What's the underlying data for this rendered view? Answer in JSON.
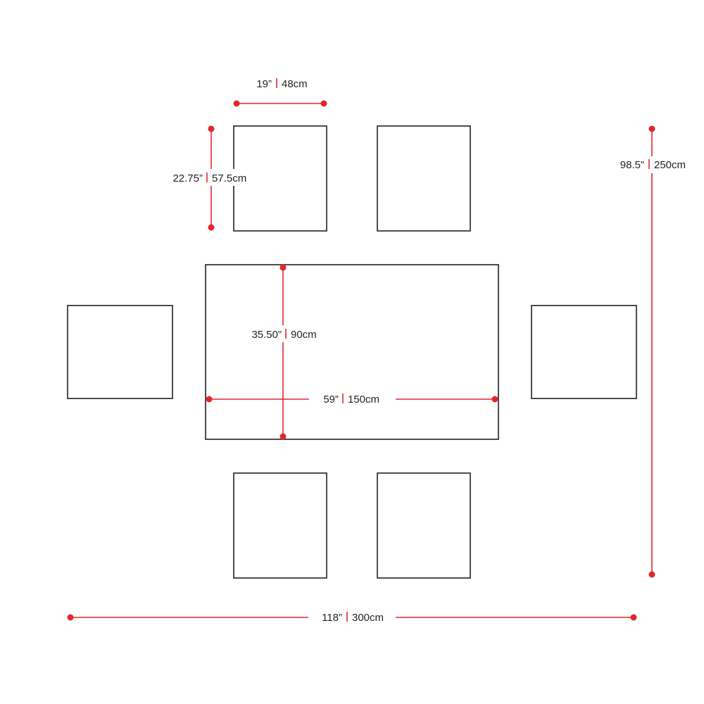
{
  "colors": {
    "dimension": "#e0282e",
    "outline": "#231f20",
    "background": "#ffffff"
  },
  "dimensions": {
    "chair_width": {
      "imperial": "19”",
      "metric": "48cm"
    },
    "chair_depth": {
      "imperial": "22.75”",
      "metric": "57.5cm"
    },
    "total_depth": {
      "imperial": "98.5”",
      "metric": "250cm"
    },
    "table_depth": {
      "imperial": "35.50”",
      "metric": "90cm"
    },
    "table_width": {
      "imperial": "59”",
      "metric": "150cm"
    },
    "total_width": {
      "imperial": "118”",
      "metric": "300cm"
    }
  }
}
